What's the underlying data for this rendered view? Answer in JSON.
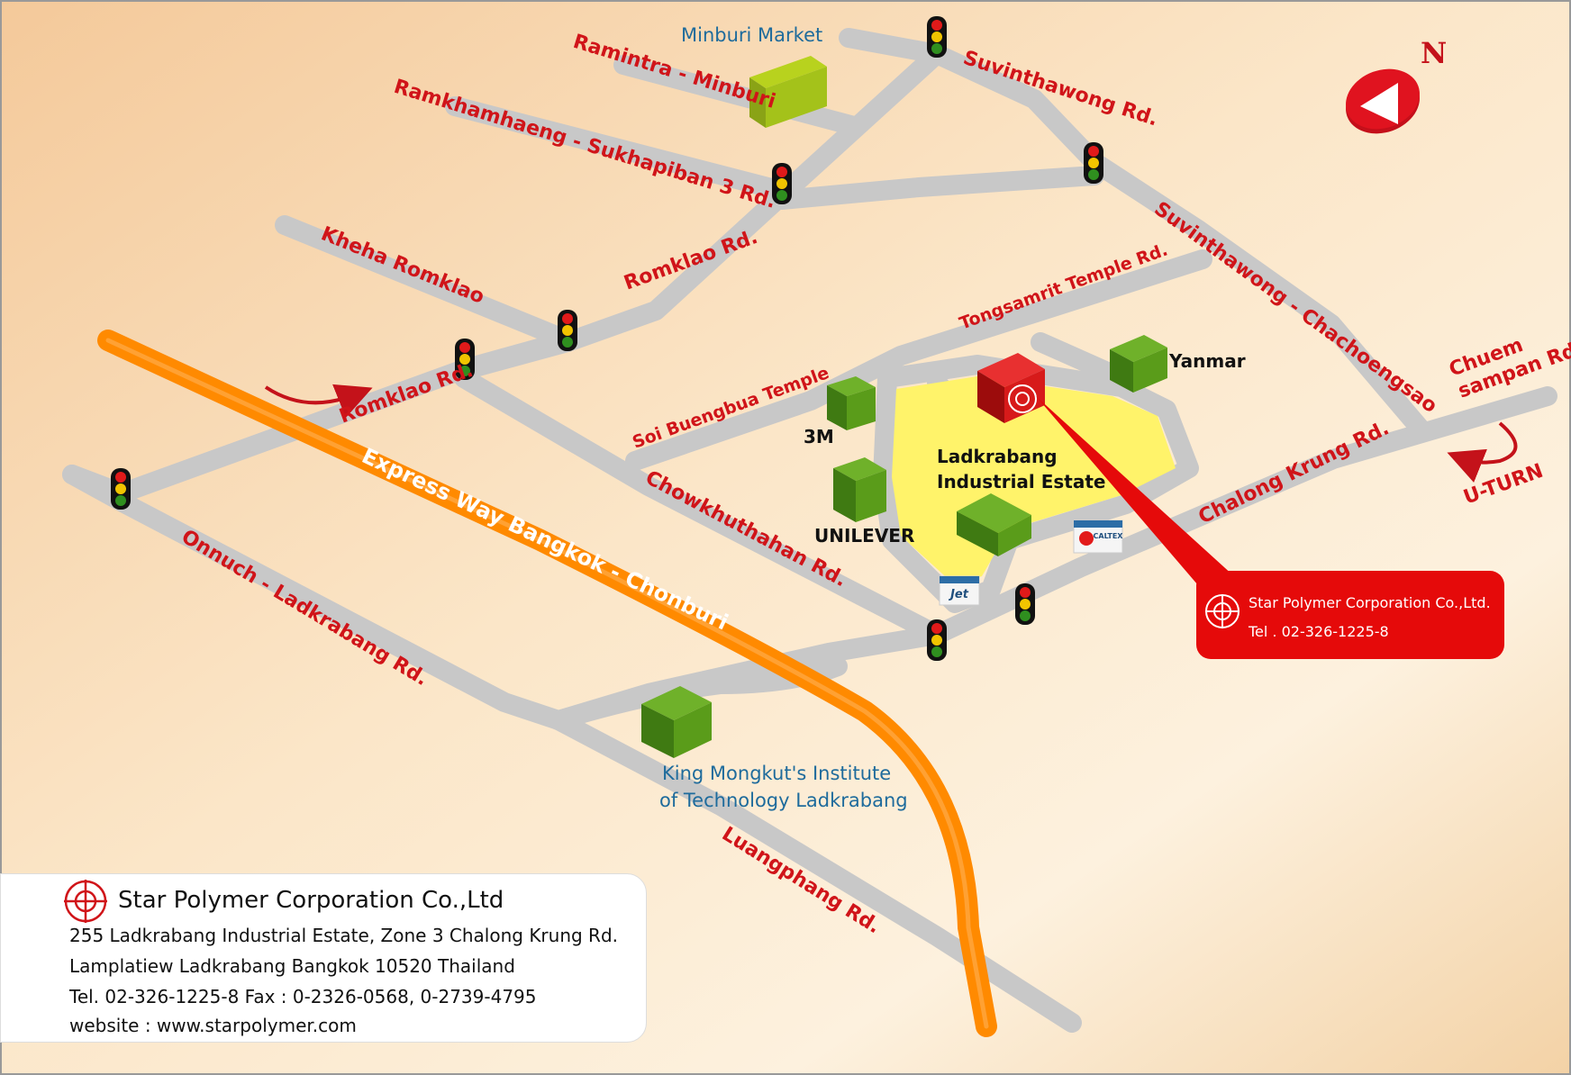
{
  "roads": {
    "suvinthawong": "Suvinthawong Rd.",
    "ramintra": "Ramintra - Minburi",
    "ramkhamhaeng": "Ramkhamhaeng - Sukhapiban 3 Rd.",
    "kheha": "Kheha Romklao",
    "romklao_upper": "Romklao Rd.",
    "romklao_lower": "Romklao Rd.",
    "expressway": "Express Way Bangkok - Chonburi",
    "onnuch": "Onnuch - Ladkrabang Rd.",
    "chowkhuthahan": "Chowkhuthahan Rd.",
    "soi_buengbua": "Soi Buengbua Temple",
    "tongsamrit": "Tongsamrit Temple Rd.",
    "suvinthawong_chachoengsao": "Suvinthawong - Chachoengsao",
    "chuem_line1": "Chuem",
    "chuem_line2": "sampan Rd.",
    "chalong_krung": "Chalong Krung Rd.",
    "luangphang": "Luangphang Rd.",
    "uturn": "U-TURN"
  },
  "places": {
    "minburi_market": "Minburi Market",
    "yanmar": "Yanmar",
    "threem": "3M",
    "unilever": "UNILEVER",
    "estate_line1": "Ladkrabang",
    "estate_line2": "Industrial Estate",
    "kmitl_line1": "King Mongkut's Institute",
    "kmitl_line2": "of Technology Ladkrabang",
    "caltex": "CALTEX",
    "jet": "Jet"
  },
  "compass": {
    "label": "N"
  },
  "callout": {
    "company": "Star Polymer Corporation Co.,Ltd.",
    "tel": "Tel . 02-326-1225-8"
  },
  "info": {
    "company": "Star Polymer Corporation Co.,Ltd",
    "address1": "255 Ladkrabang Industrial Estate, Zone 3 Chalong Krung Rd.",
    "address2": "Lamplatiew Ladkrabang Bangkok 10520 Thailand",
    "phone": "Tel. 02-326-1225-8 Fax : 0-2326-0568, 0-2739-4795",
    "website": "website : www.starpolymer.com"
  },
  "colors": {
    "road": "#c8c8c8",
    "expressway": "#ff8a00",
    "estate": "#fff36a",
    "building": "#5a9c1a",
    "company_building": "#d71a1a",
    "label_red": "#d01419",
    "label_blue": "#1e6b9c"
  }
}
